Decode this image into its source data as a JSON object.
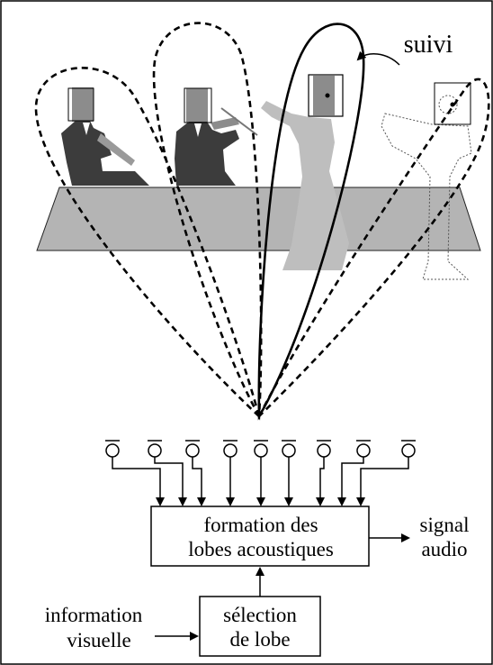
{
  "labels": {
    "tracking": "suivi",
    "beamforming_line1": "formation des",
    "beamforming_line2": "lobes acoustiques",
    "output_line1": "signal",
    "output_line2": "audio",
    "visual_line1": "information",
    "visual_line2": "visuelle",
    "selection_line1": "sélection",
    "selection_line2": "de lobe"
  },
  "colors": {
    "ink": "#000000",
    "stage": "#b4b4b4",
    "musician_dark": "#3c3c3c",
    "face": "#8c8c8c",
    "singer": "#bebebe"
  }
}
